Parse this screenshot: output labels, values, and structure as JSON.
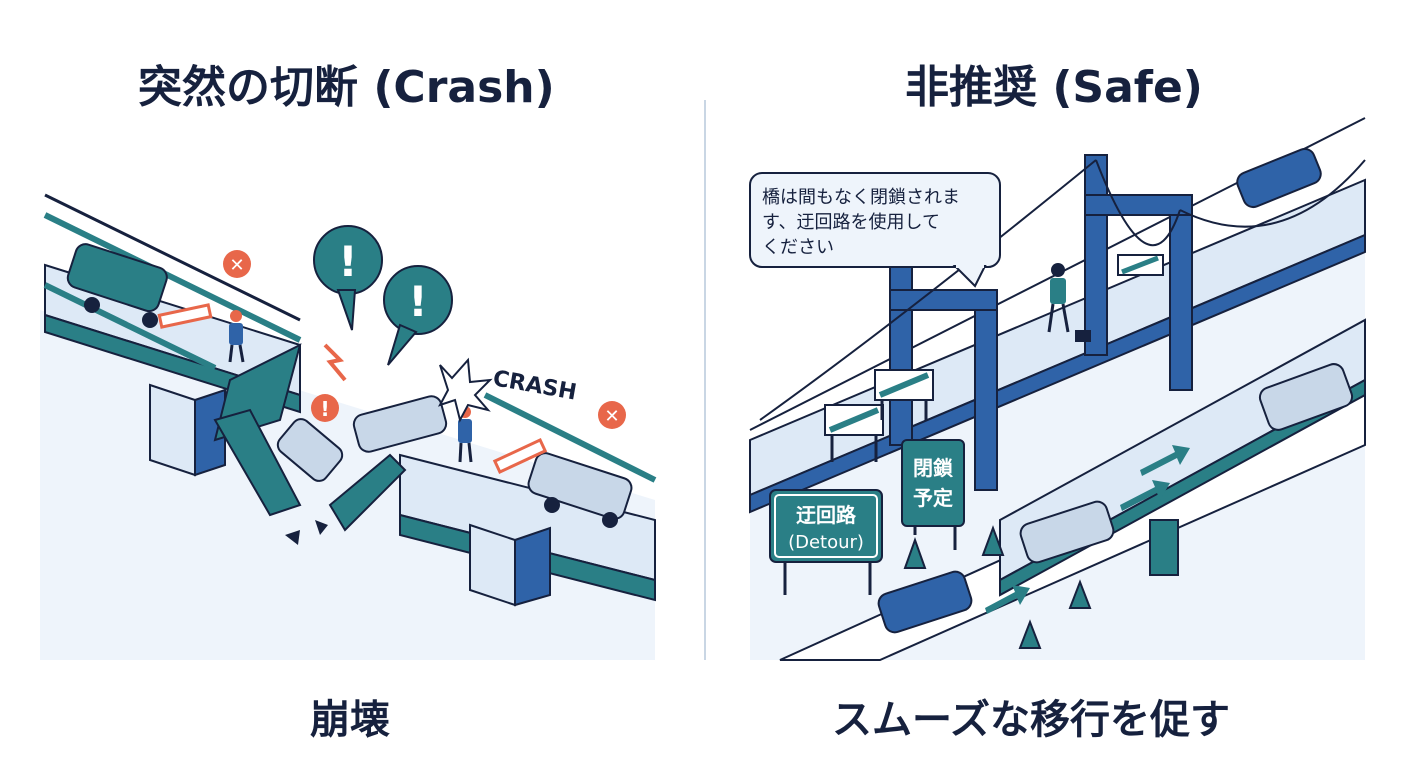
{
  "left_panel": {
    "title": "突然の切断 (Crash)",
    "caption": "崩壊",
    "crash_label": "CRASH",
    "exclaim_mark": "!",
    "x_mark": "✕"
  },
  "right_panel": {
    "title": "非推奨 (Safe)",
    "caption": "スムーズな移行を促す",
    "speech_lines": [
      "橋は間もなく閉鎖されま",
      "す、迂回路を使用して",
      "ください"
    ],
    "detour_sign_line1": "迂回路",
    "detour_sign_line2": "(Detour)",
    "closing_sign_line1": "閉鎖",
    "closing_sign_line2": "予定"
  },
  "colors": {
    "navy": "#16213e",
    "teal": "#2a7f86",
    "blue": "#2f63a8",
    "light_blue": "#dde9f6",
    "orange": "#e8674a"
  },
  "icons": [
    "car-icon",
    "person-icon",
    "barricade-icon",
    "traffic-cone-icon",
    "arrow-icon",
    "alert-icon"
  ]
}
